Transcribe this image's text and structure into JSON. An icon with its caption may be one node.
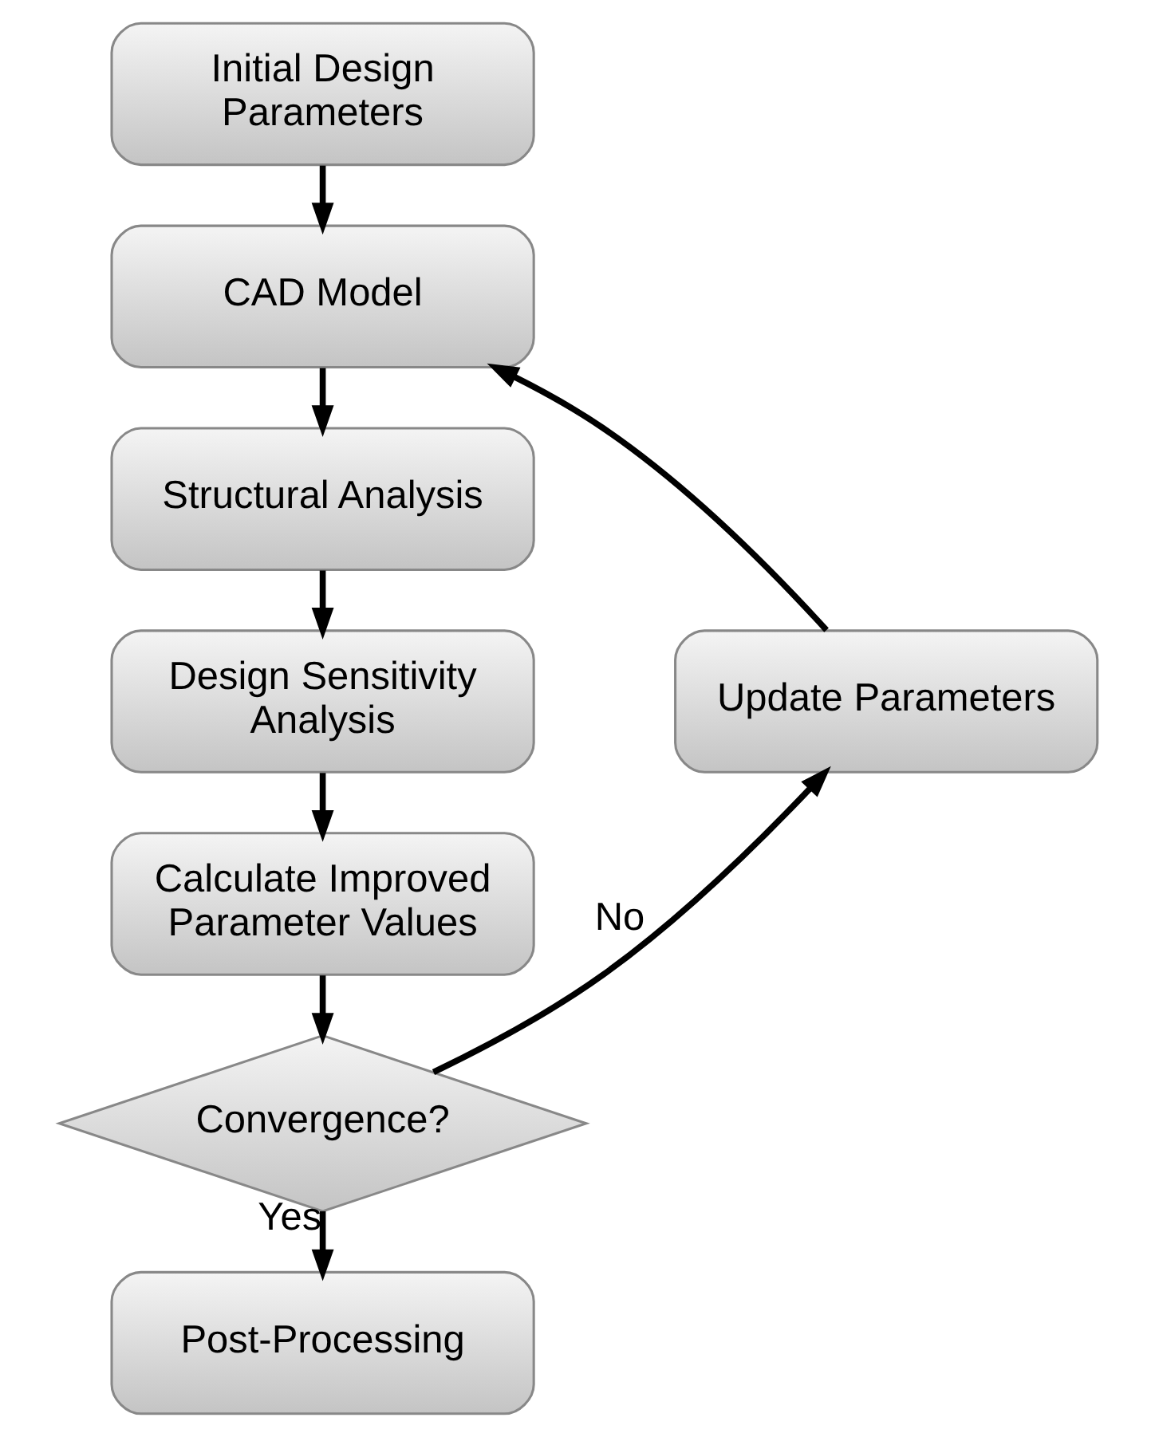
{
  "diagram": {
    "nodes": [
      {
        "text": [
          "Initial Design Parameters"
        ]
      },
      {
        "text": [
          "CAD Model"
        ]
      },
      {
        "text": [
          "Structural Analysis"
        ]
      },
      {
        "text": [
          "Design Sensitivity Analysis"
        ]
      },
      {
        "text": [
          "Calculate Improved Parameter Values"
        ]
      },
      {
        "text": [
          "Convergence?"
        ]
      },
      {
        "text": [
          "Post-Processing"
        ]
      },
      {
        "text": [
          "Update Parameters"
        ]
      }
    ],
    "edges": [
      {
        "from": 0,
        "to": 1,
        "arrow": "to"
      },
      {
        "from": 1,
        "to": 2,
        "arrow": "to"
      },
      {
        "from": 2,
        "to": 3,
        "arrow": "to"
      },
      {
        "from": 3,
        "to": 4,
        "arrow": "to"
      },
      {
        "from": 4,
        "to": 5,
        "arrow": "to"
      },
      {
        "from": 5,
        "to": 6,
        "label": "Yes",
        "arrow": "to"
      },
      {
        "from": 5,
        "to": 7,
        "label": "No",
        "arrow": "to"
      },
      {
        "from": 7,
        "to": 1,
        "arrow": "to"
      }
    ]
  }
}
